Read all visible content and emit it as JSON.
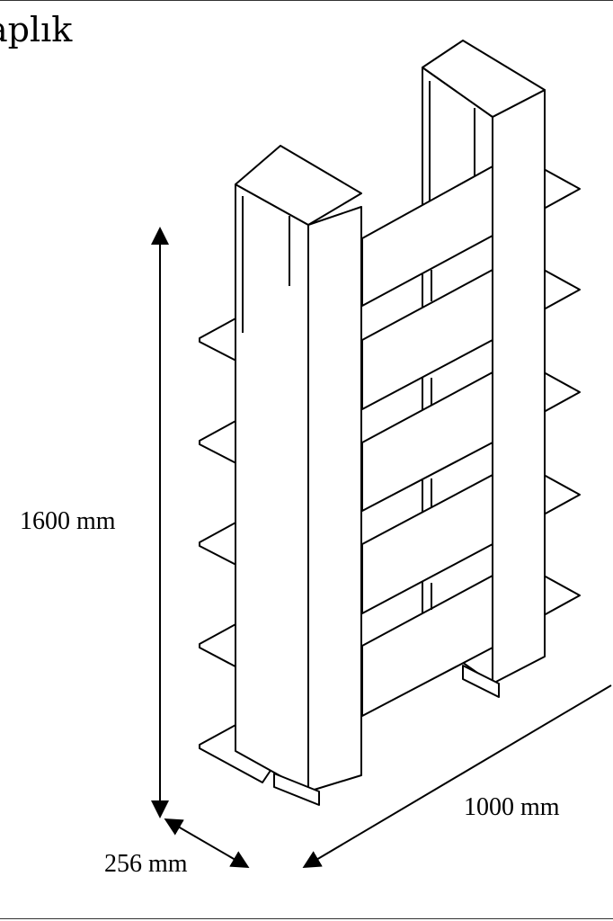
{
  "title": "aplık",
  "dimensions": {
    "height": "1600 mm",
    "width": "1000 mm",
    "depth": "256 mm"
  },
  "colors": {
    "line": "#000000",
    "background": "#ffffff"
  }
}
